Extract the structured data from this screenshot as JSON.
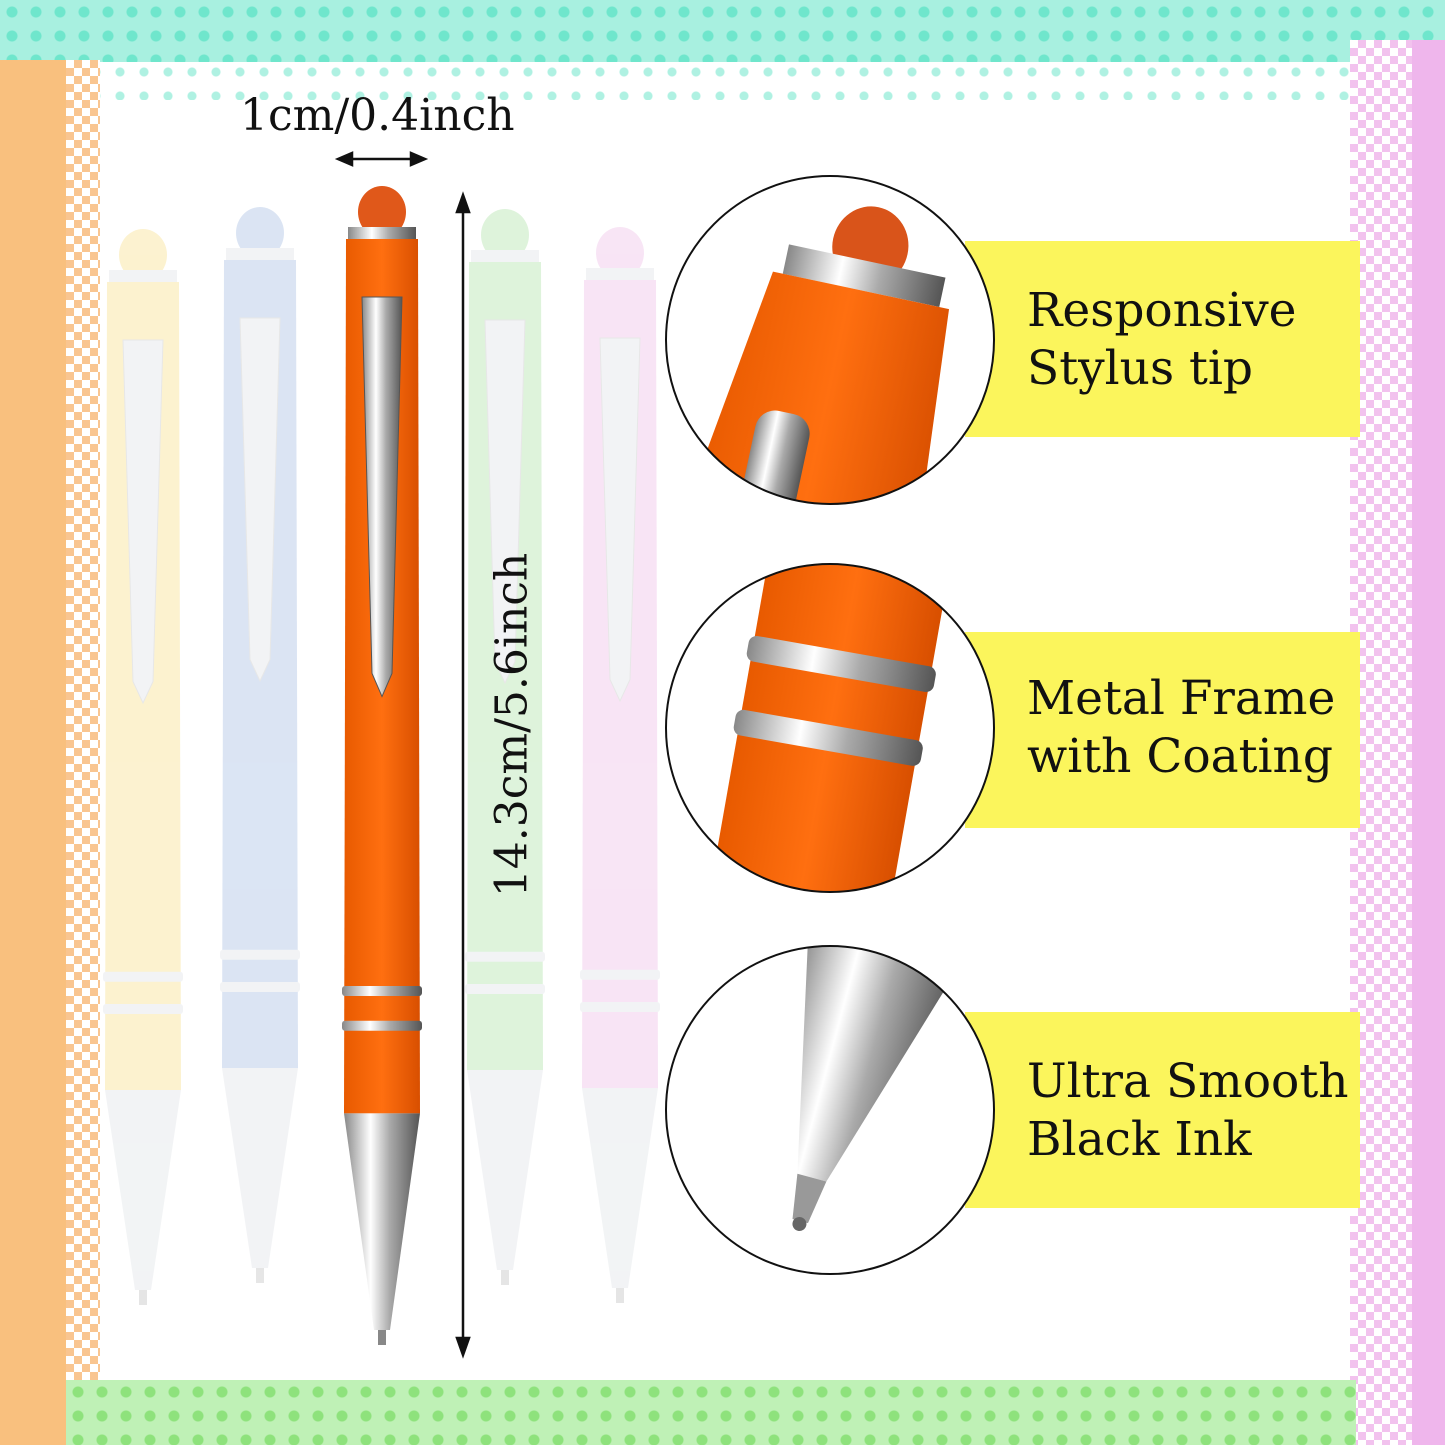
{
  "dimensions": {
    "width_label": "1cm/0.4inch",
    "length_label": "14.3cm/5.6inch"
  },
  "features": [
    {
      "line1": "Responsive",
      "line2": "Stylus tip",
      "icon": "stylus-tip-closeup"
    },
    {
      "line1": "Metal Frame",
      "line2": "with Coating",
      "icon": "metal-rings-closeup"
    },
    {
      "line1": "Ultra Smooth",
      "line2": "Black Ink",
      "icon": "ballpoint-tip-closeup"
    }
  ],
  "pens": [
    {
      "color": "yellow",
      "hex": "#fbeec0"
    },
    {
      "color": "blue",
      "hex": "#cfdcf0"
    },
    {
      "color": "orange",
      "hex": "#f46a0c"
    },
    {
      "color": "green",
      "hex": "#d3efd0"
    },
    {
      "color": "pink",
      "hex": "#f6dcf2"
    }
  ],
  "colors": {
    "highlight": "#fbf55c",
    "accent": "#f46a0c"
  }
}
